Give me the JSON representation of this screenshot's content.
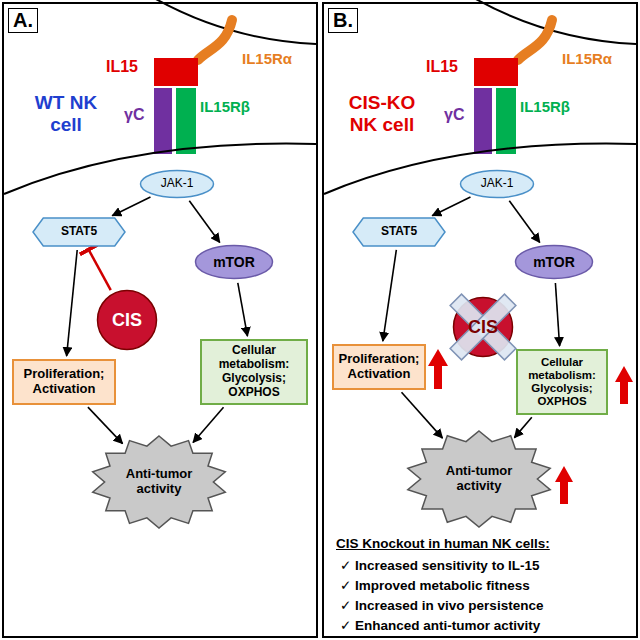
{
  "diagram": {
    "nodes": [
      {
        "text": [
          "A."
        ]
      },
      {
        "text": [
          "JAK-1"
        ],
        "in": 0
      },
      {
        "text": [
          "STAT5"
        ],
        "in": 0
      },
      {
        "text": [
          "mTOR"
        ],
        "in": 0
      },
      {
        "text": [
          "CIS"
        ],
        "in": 0
      },
      {
        "text": [
          "Proliferation; Activation"
        ],
        "in": 0
      },
      {
        "text": [
          "Cellular metabolism: Glycolysis; OXPHOS"
        ],
        "in": 0
      },
      {
        "text": [
          "Anti-tumor activity"
        ],
        "in": 0
      },
      {
        "text": [
          "B."
        ]
      },
      {
        "text": [
          "JAK-1"
        ],
        "in": 8
      },
      {
        "text": [
          "STAT5"
        ],
        "in": 8
      },
      {
        "text": [
          "mTOR"
        ],
        "in": 8
      },
      {
        "text": [
          "CIS"
        ],
        "in": 8
      },
      {
        "text": [
          "Proliferation; Activation"
        ],
        "in": 8
      },
      {
        "text": [
          "Cellular metabolism: Glycolysis; OXPHOS"
        ],
        "in": 8
      },
      {
        "text": [
          "Anti-tumor activity"
        ],
        "in": 8
      }
    ],
    "edges": [
      {
        "from": 1,
        "to": 2,
        "arrow": "to"
      },
      {
        "from": 1,
        "to": 3,
        "arrow": "to"
      },
      {
        "from": 4,
        "to": 2,
        "arrow": "to"
      },
      {
        "from": 2,
        "to": 5,
        "arrow": "to"
      },
      {
        "from": 3,
        "to": 6,
        "arrow": "to"
      },
      {
        "from": 5,
        "to": 7,
        "arrow": "to"
      },
      {
        "from": 6,
        "to": 7,
        "arrow": "to"
      },
      {
        "from": 9,
        "to": 10,
        "arrow": "to"
      },
      {
        "from": 9,
        "to": 11,
        "arrow": "to"
      },
      {
        "from": 10,
        "to": 13,
        "arrow": "to"
      },
      {
        "from": 11,
        "to": 14,
        "arrow": "to"
      },
      {
        "from": 13,
        "to": 15,
        "arrow": "to"
      },
      {
        "from": 14,
        "to": 15,
        "arrow": "to"
      }
    ],
    "labels": [
      "IL15Rα",
      "IL15",
      "γC",
      "IL15Rβ",
      "WT NK cell",
      "IL15Rα",
      "IL15",
      "γC",
      "IL15Rβ",
      "CIS-KO NK cell",
      "CIS Knockout in human NK cells:",
      "✓ Increased sensitivity to IL-15",
      "✓ Improved metabolic fitness",
      "✓ Increased in vivo persistence",
      "✓ Enhanced anti-tumor activity"
    ]
  }
}
